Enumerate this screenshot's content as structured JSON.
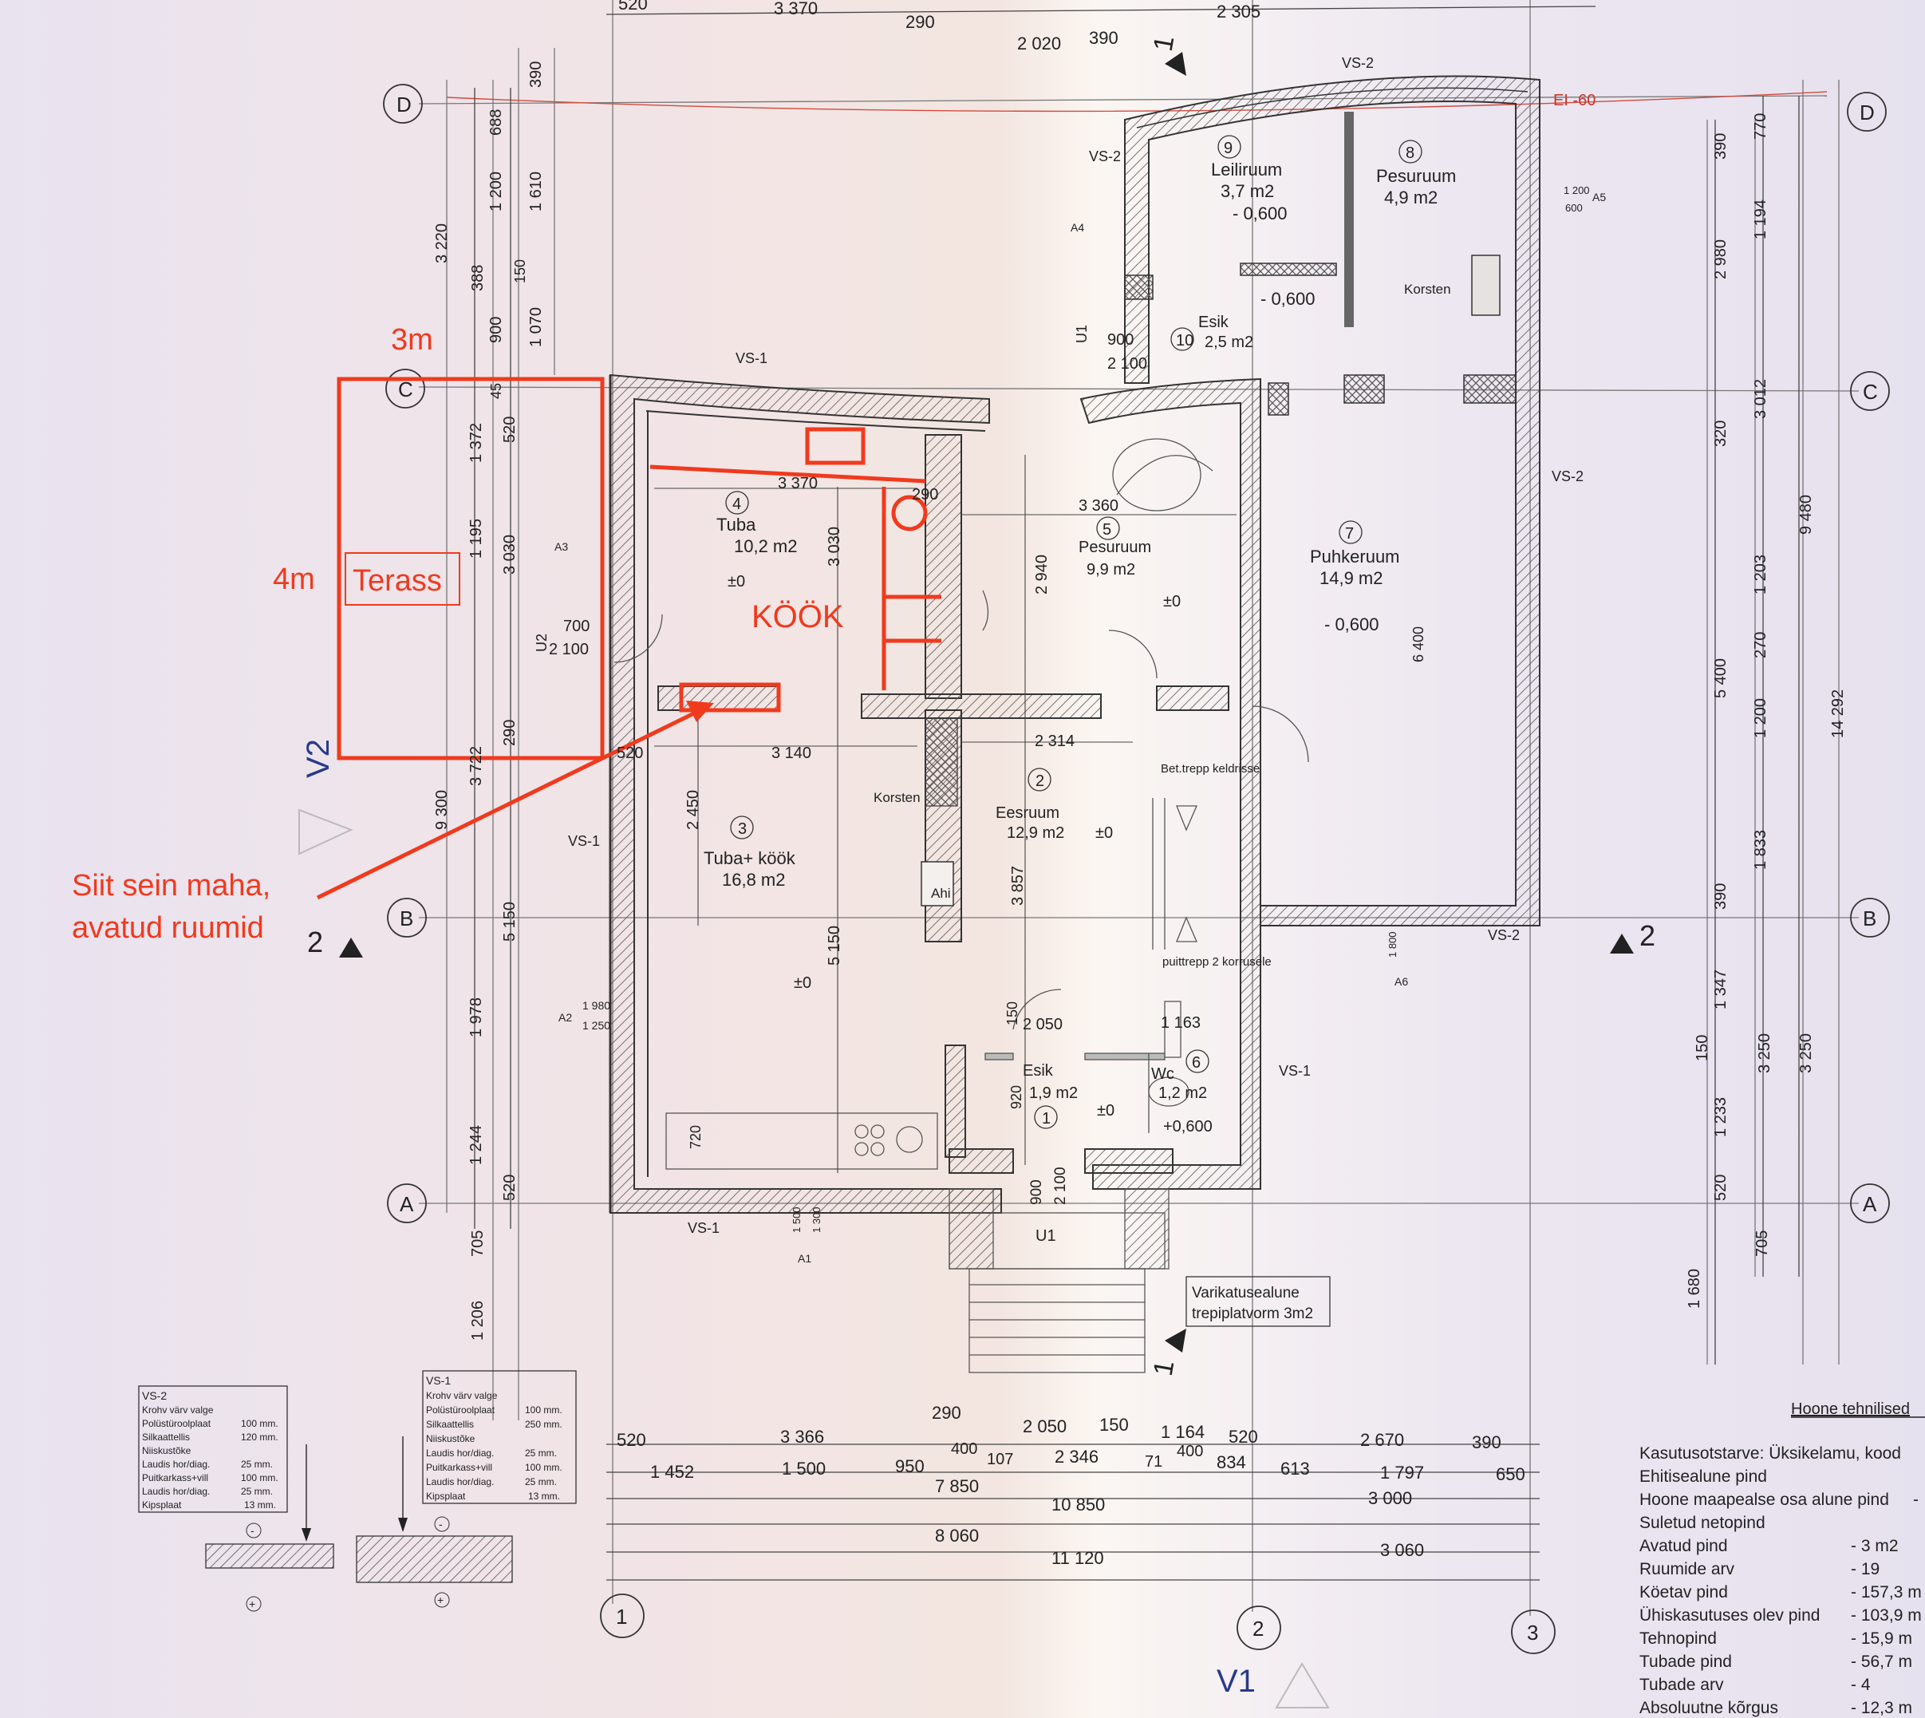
{
  "top_dims": {
    "a": "520",
    "b": "3 370",
    "c": "290",
    "d": "2 020",
    "e": "390",
    "f": "2 305"
  },
  "axes": {
    "D": "D",
    "C": "C",
    "B": "B",
    "A": "A",
    "n1": "1",
    "n2": "2",
    "n3": "3"
  },
  "section_marks": {
    "s1": "1",
    "s2": "2",
    "v1": "V1",
    "v2": "V2"
  },
  "wall_types": {
    "vs1": "VS-1",
    "vs2": "VS-2",
    "ei": "EI -60"
  },
  "rooms": {
    "r1": {
      "num": "1",
      "name": "Esik",
      "area": "1,9 m2",
      "level": "±0"
    },
    "r2": {
      "num": "2",
      "name": "Eesruum",
      "area": "12,9 m2",
      "level": "±0"
    },
    "r3": {
      "num": "3",
      "name": "Tuba+ köök",
      "area": "16,8 m2",
      "level": "±0"
    },
    "r4": {
      "num": "4",
      "name": "Tuba",
      "area": "10,2 m2",
      "level": "±0"
    },
    "r5": {
      "num": "5",
      "name": "Pesuruum",
      "area": "9,9 m2",
      "level": "±0"
    },
    "r6": {
      "num": "6",
      "name": "Wc",
      "area": "1,2 m2",
      "level": "+0,600"
    },
    "r7": {
      "num": "7",
      "name": "Puhkeruum",
      "area": "14,9 m2",
      "level": "- 0,600"
    },
    "r8": {
      "num": "8",
      "name": "Pesuruum",
      "area": "4,9 m2"
    },
    "r9": {
      "num": "9",
      "name": "Leiliruum",
      "area": "3,7 m2",
      "level": "- 0,600"
    },
    "r10": {
      "num": "10",
      "name": "Esik",
      "area": "2,5 m2",
      "level": "- 0,600"
    }
  },
  "labels": {
    "korsten": "Korsten",
    "ahi": "Ahi",
    "bet_trepp": "Bet.trepp keldrisse",
    "puittrepp": "puittrepp 2 korrusele",
    "varikatus1": "Varikatusealune",
    "varikatus2": "trepiplatvorm 3m2",
    "u1": "U1",
    "u2": "U2",
    "door_u1_w": "900",
    "door_u1_h": "2 100",
    "door_u2_w": "700",
    "door_u2_h": "2 100"
  },
  "windows": {
    "a1": "A1",
    "a2": "A2",
    "a3": "A3",
    "a4": "A4",
    "a5": "A5",
    "a6": "A6",
    "w1": "1 200",
    "w2": "600",
    "w3": "1 980",
    "w4": "1 250",
    "w5": "1 500",
    "w6": "1 300",
    "w7": "1 800"
  },
  "inner_dims": {
    "d3370": "3 370",
    "d290": "290",
    "d3030": "3 030",
    "d3360": "3 360",
    "d2940": "2 940",
    "d3140": "3 140",
    "d2314": "2 314",
    "d2450": "2 450",
    "d3857": "3 857",
    "d5150": "5 150",
    "d2050": "2 050",
    "d150": "150",
    "d1163": "1 163",
    "d920": "920",
    "d720": "720",
    "d6400": "6 400",
    "d520": "520"
  },
  "left_dims": {
    "l390": "390",
    "l688": "688",
    "l3220": "3 220",
    "l1200": "1 200",
    "l1610": "1 610",
    "l388": "388",
    "l150": "150",
    "l900": "900",
    "l1070": "1 070",
    "l45": "45",
    "l520": "520",
    "l1372": "1 372",
    "l1195": "1 195",
    "l3030": "3 030",
    "l290": "290",
    "l9300": "9 300",
    "l3722": "3 722",
    "l5150": "5 150",
    "l1978": "1 978",
    "l1244": "1 244",
    "l705": "705",
    "l1206": "1 206"
  },
  "right_dims": {
    "r390": "390",
    "r770": "770",
    "r2980": "2 980",
    "r1194": "1 194",
    "r3012": "3 012",
    "r320": "320",
    "r9480": "9 480",
    "r5400": "5 400",
    "r1203": "1 203",
    "r270": "270",
    "r14292": "14 292",
    "r1200": "1 200",
    "r1833": "1 833",
    "r1347": "1 347",
    "r150": "150",
    "r3250": "3 250",
    "r1233": "1 233",
    "r520": "520",
    "r705": "705",
    "r1680": "1 680"
  },
  "bottom_dims": {
    "row0": [
      "290"
    ],
    "row1": [
      "520",
      "3 366",
      "2 050",
      "150",
      "1 164",
      "520",
      "2 670",
      "390"
    ],
    "row2": [
      "1 452",
      "1 500",
      "950",
      "400",
      "107",
      "2 346",
      "71",
      "400",
      "834",
      "613",
      "1 797",
      "650"
    ],
    "row3": [
      "7 850"
    ],
    "row4": [
      "10 850",
      "3 000"
    ],
    "row5": [
      "8 060",
      "3 060"
    ],
    "row6": [
      "11 120"
    ]
  },
  "legend_vs2": {
    "title": "VS-2",
    "lines": [
      [
        "Krohv  värv valge",
        ""
      ],
      [
        "Polüstüroolplaat",
        "100 mm."
      ],
      [
        "Silkaattellis",
        "120 mm."
      ],
      [
        "Niiskustõke",
        ""
      ],
      [
        "Laudis hor/diag.",
        "25 mm."
      ],
      [
        "Puitkarkass+vill",
        "100 mm."
      ],
      [
        "Laudis hor/diag.",
        "25 mm."
      ],
      [
        "Kipsplaat",
        "13 mm."
      ]
    ],
    "minus": "-",
    "plus": "+"
  },
  "legend_vs1": {
    "title": "VS-1",
    "lines": [
      [
        "Krohv  värv valge",
        ""
      ],
      [
        "Polüstüroolplaat",
        "100 mm."
      ],
      [
        "Silkaattellis",
        "250 mm."
      ],
      [
        "Niiskustõke",
        ""
      ],
      [
        "Laudis hor/diag.",
        "25 mm."
      ],
      [
        "Puitkarkass+vill",
        "100 mm."
      ],
      [
        "Laudis hor/diag.",
        "25 mm."
      ],
      [
        "Kipsplaat",
        "13 mm."
      ]
    ],
    "minus": "-",
    "plus": "+"
  },
  "tech": {
    "title": "Hoone tehnilised",
    "rows": [
      [
        "Kasutusotstarve:  Üksikelamu, kood",
        ""
      ],
      [
        "Ehitisealune pind",
        ""
      ],
      [
        "Hoone maapealse osa alune pind",
        "-"
      ],
      [
        "Suletud netopind",
        ""
      ],
      [
        "Avatud pind",
        "- 3  m2"
      ],
      [
        "Ruumide arv",
        "-  19"
      ],
      [
        "Köetav pind",
        "- 157,3 m"
      ],
      [
        "Ühiskasutuses olev pind",
        "- 103,9 m"
      ],
      [
        "Tehnopind",
        "-   15,9 m"
      ],
      [
        "Tubade pind",
        "-   56,7 m"
      ],
      [
        "Tubade arv",
        "-    4"
      ],
      [
        "Absoluutne kõrgus",
        "-  12,3  m"
      ]
    ]
  },
  "annotations": {
    "w3m": "3m",
    "h4m": "4m",
    "terass": "Terass",
    "kook": "KÖÖK",
    "note1": "Siit sein maha,",
    "note2": "avatud ruumid",
    "color": "#f03a1e"
  }
}
